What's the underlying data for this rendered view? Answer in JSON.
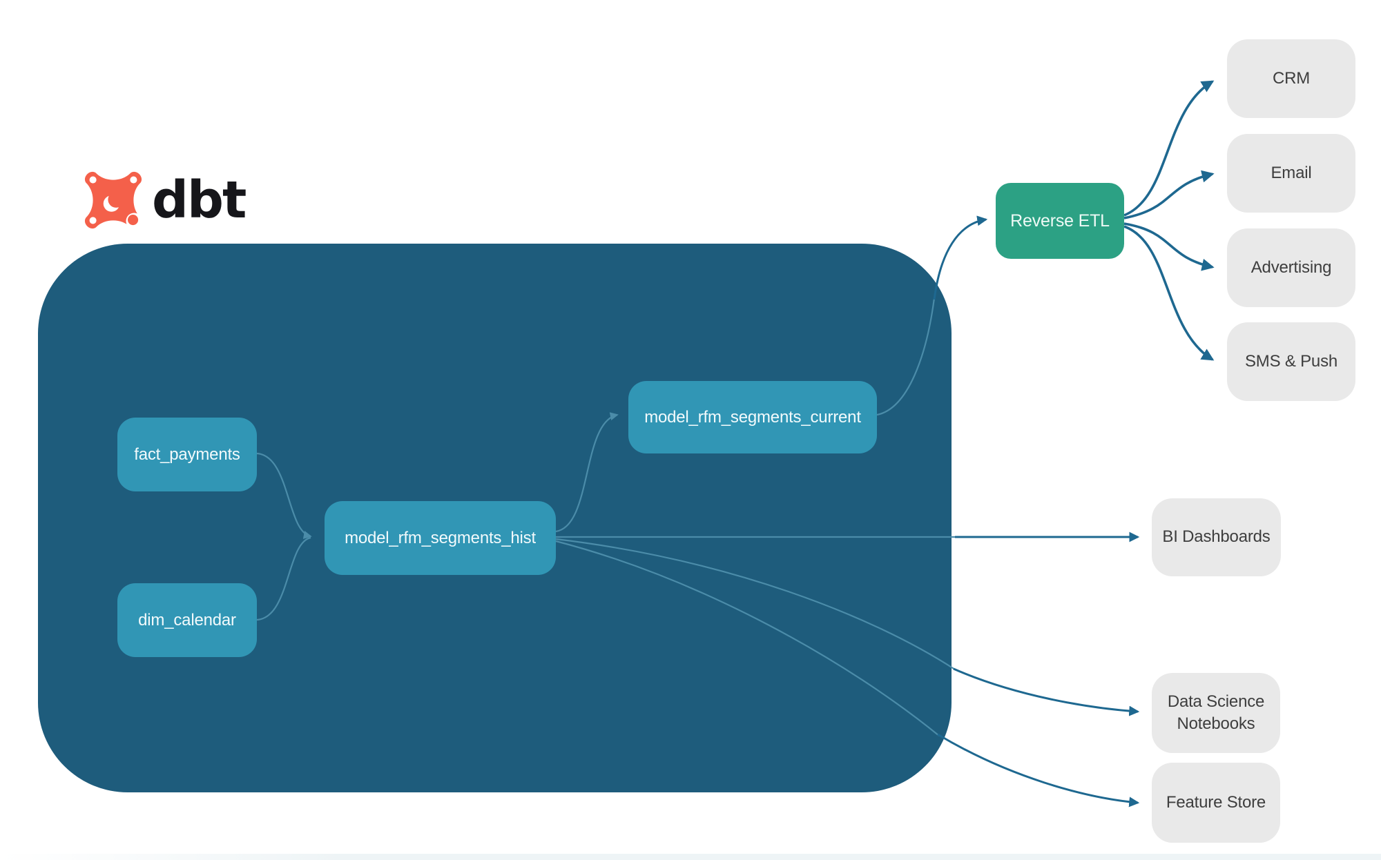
{
  "brand": {
    "name": "dbt"
  },
  "nodes": {
    "fact_payments": "fact_payments",
    "dim_calendar": "dim_calendar",
    "model_hist": "model_rfm_segments_hist",
    "model_current": "model_rfm_segments_current"
  },
  "reverse_etl": {
    "label": "Reverse ETL"
  },
  "destinations": [
    "CRM",
    "Email",
    "Advertising",
    "SMS & Push"
  ],
  "outputs": [
    "BI Dashboards",
    "Data Science Notebooks",
    "Feature Store"
  ],
  "colors": {
    "container": "#1e5c7c",
    "node-teal": "#3196b5",
    "green": "#2ca184",
    "gray-box": "#e9e9e9",
    "gray-text": "#3e3e3e",
    "arrow-dark": "#1e6890",
    "arrow-light": "#4b8ca9",
    "logo-orange": "#f4604a"
  }
}
